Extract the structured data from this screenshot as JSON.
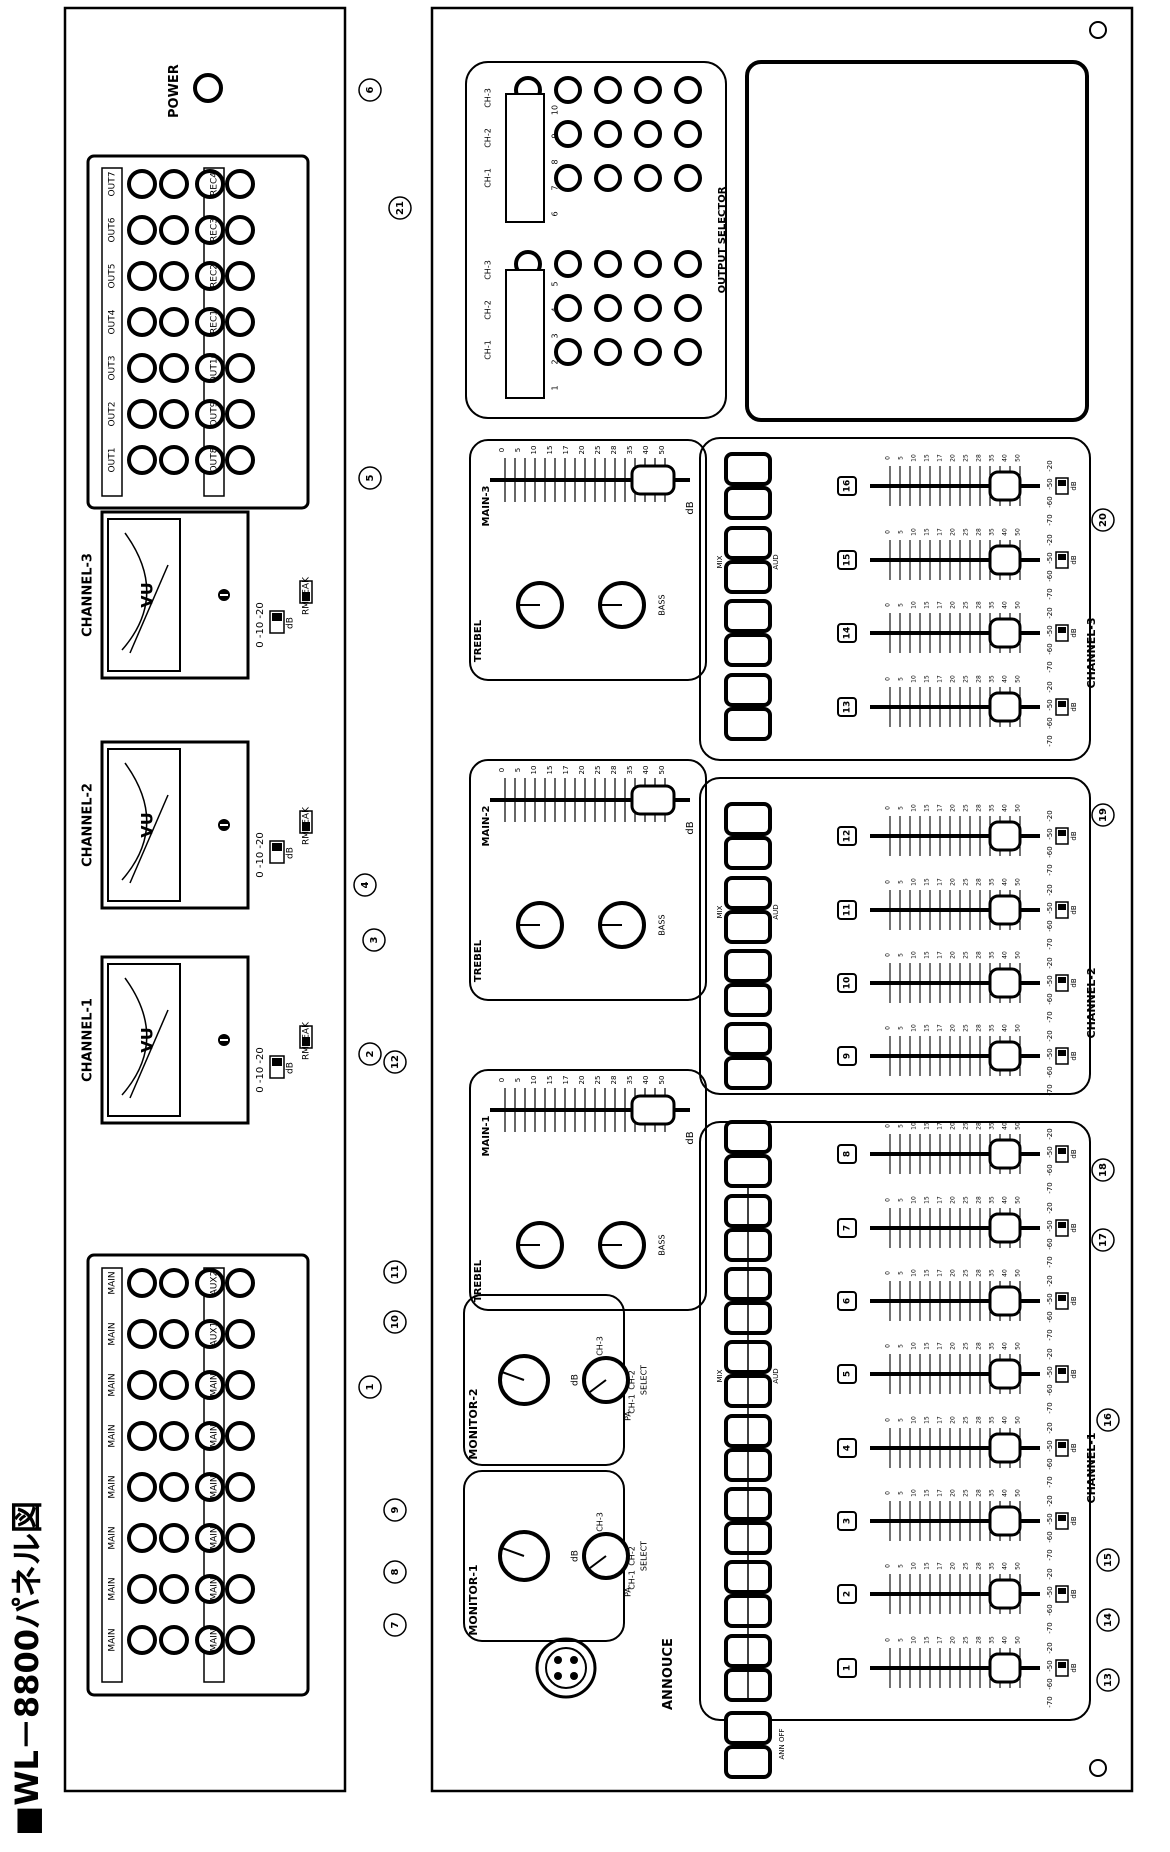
{
  "title": "■WL－8800パネル図",
  "upper_panel": {
    "input_headers_top": [
      "MAIN",
      "MAIN",
      "MAIN",
      "MAIN",
      "MAIN",
      "MAIN",
      "MAIN",
      "MAIN"
    ],
    "input_headers_bottom": [
      "MAIN",
      "MAIN",
      "MAIN",
      "MAIN",
      "MAIN",
      "MAIN",
      "AUX1",
      "AUX2"
    ],
    "meters": [
      {
        "label": "CHANNEL-1",
        "vu": "VU",
        "att": "0 -10 -20",
        "db": "dB",
        "rms": "RMS",
        "peak": "PEAK"
      },
      {
        "label": "CHANNEL-2",
        "vu": "VU",
        "att": "0 -10 -20",
        "db": "dB",
        "rms": "RMS",
        "peak": "PEAK"
      },
      {
        "label": "CHANNEL-3",
        "vu": "VU",
        "att": "0 -10 -20",
        "db": "dB",
        "rms": "RMS",
        "peak": "PEAK"
      }
    ],
    "output_headers_top": [
      "OUT1",
      "OUT2",
      "OUT3",
      "OUT4",
      "OUT5",
      "OUT6",
      "OUT7"
    ],
    "output_headers_bottom": [
      "OUT8",
      "OUT9",
      "OUT10",
      "REC1",
      "REC2",
      "REC3",
      "REC4"
    ],
    "power_label": "POWER"
  },
  "lower_panel": {
    "annouce_label": "ANNOUCE",
    "monitors": [
      {
        "title": "MONITOR-1",
        "db": "dB",
        "ch1": "CH-1",
        "ch2": "CH-2",
        "ch3": "CH-3",
        "pa": "PA",
        "select": "SELECT"
      },
      {
        "title": "MONITOR-2",
        "db": "dB",
        "ch1": "CH-1",
        "ch2": "CH-2",
        "ch3": "CH-3",
        "pa": "PA",
        "select": "SELECT"
      }
    ],
    "channels": [
      {
        "main_label": "MAIN-1",
        "treble": "TREBEL",
        "bass": "BASS",
        "group": "CHANNEL-1",
        "faders": [
          "1",
          "2",
          "3",
          "4",
          "5",
          "6",
          "7",
          "8"
        ]
      },
      {
        "main_label": "MAIN-2",
        "treble": "TREBEL",
        "bass": "BASS",
        "group": "CHANNEL-2",
        "faders": [
          "9",
          "10",
          "11",
          "12"
        ]
      },
      {
        "main_label": "MAIN-3",
        "treble": "TREBEL",
        "bass": "BASS",
        "group": "CHANNEL-3",
        "faders": [
          "13",
          "14",
          "15",
          "16"
        ]
      }
    ],
    "ann_off": "ANN OFF",
    "mix": "MIX",
    "aud": "AUD",
    "fader_scale": [
      "0",
      "5",
      "10",
      "15",
      "17",
      "20",
      "25",
      "28",
      "35",
      "40",
      "50"
    ],
    "level_scale": [
      "-70",
      "-60",
      "-50",
      "-20"
    ],
    "db": "dB",
    "output_selector": {
      "title": "OUTPUT SELECTOR",
      "ch_labels": [
        "CH-1",
        "CH-2",
        "CH-3"
      ],
      "numbers_left": [
        "1",
        "2",
        "3",
        "4",
        "5"
      ],
      "numbers_right": [
        "6",
        "7",
        "8",
        "9",
        "10"
      ]
    }
  },
  "callouts": [
    "1",
    "2",
    "3",
    "4",
    "5",
    "6",
    "7",
    "8",
    "9",
    "10",
    "11",
    "12",
    "13",
    "14",
    "15",
    "16",
    "17",
    "18",
    "19",
    "20",
    "21"
  ]
}
